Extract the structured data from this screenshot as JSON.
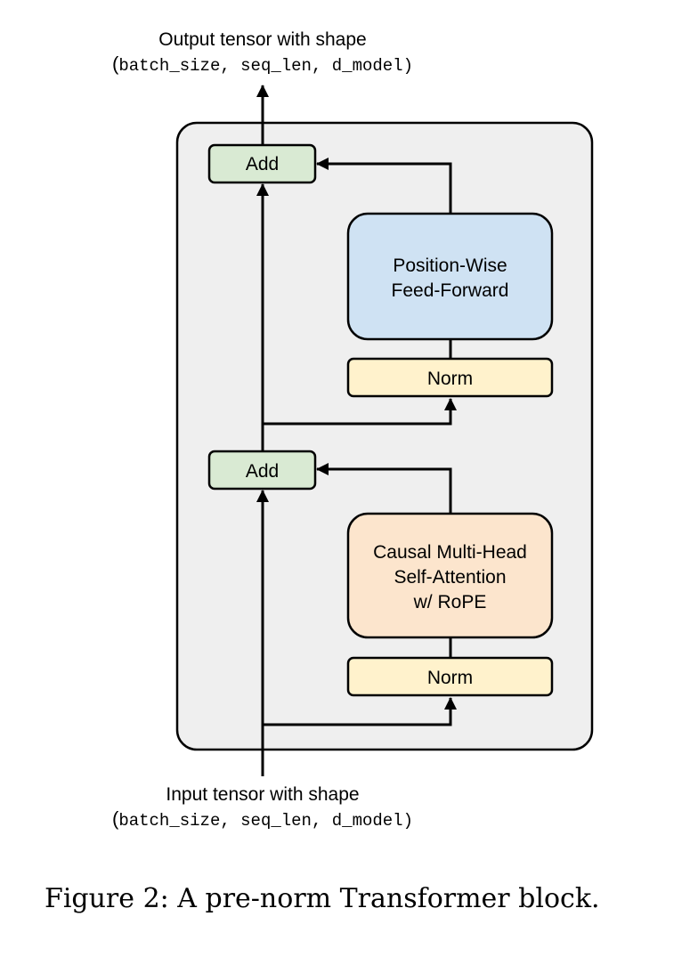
{
  "output_label": {
    "line1": "Output tensor with shape",
    "open_paren": "(",
    "shape": "batch_size, seq_len, d_model",
    "close_paren": ")"
  },
  "input_label": {
    "line1": "Input tensor with shape",
    "open_paren": "(",
    "shape": "batch_size, seq_len, d_model",
    "close_paren": ")"
  },
  "blocks": {
    "add_top": "Add",
    "add_bottom": "Add",
    "ffn": [
      "Position-Wise",
      "Feed-Forward"
    ],
    "norm_top": "Norm",
    "attention": [
      "Causal Multi-Head",
      "Self-Attention",
      "w/ RoPE"
    ],
    "norm_bottom": "Norm"
  },
  "colors": {
    "container_fill": "#efefef",
    "add_fill": "#d9ead3",
    "ffn_fill": "#cfe2f3",
    "norm_fill": "#fff2cc",
    "attention_fill": "#fce5cd",
    "stroke": "#000000"
  },
  "caption": "Figure 2: A pre-norm Transformer block."
}
